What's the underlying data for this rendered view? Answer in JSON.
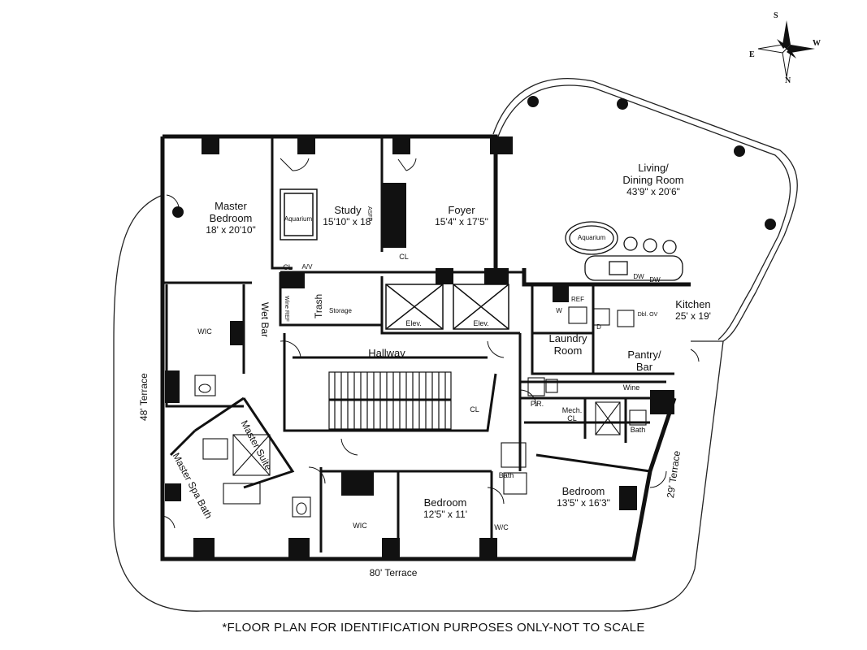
{
  "compass": {
    "north": "N",
    "south": "S",
    "east": "E",
    "west": "W"
  },
  "rooms": {
    "master_bedroom": {
      "name_line1": "Master",
      "name_line2": "Bedroom",
      "dims": "18' x 20'10\""
    },
    "study": {
      "name": "Study",
      "dims": "15'10\" x 18'"
    },
    "foyer": {
      "name": "Foyer",
      "dims": "15'4\" x 17'5\""
    },
    "living": {
      "name_line1": "Living/",
      "name_line2": "Dining Room",
      "dims": "43'9\" x 20'6\""
    },
    "kitchen": {
      "name": "Kitchen",
      "dims": "25' x 19'"
    },
    "laundry": {
      "name_line1": "Laundry",
      "name_line2": "Room"
    },
    "pantry": {
      "name_line1": "Pantry/",
      "name_line2": "Bar"
    },
    "hallway": {
      "name": "Hallway"
    },
    "master_suite": {
      "name": "Master Suite"
    },
    "master_spa_bath": {
      "name": "Master Spa Bath"
    },
    "bedroom_2": {
      "name": "Bedroom",
      "dims": "12'5\" x 11'"
    },
    "bedroom_3": {
      "name": "Bedroom",
      "dims": "13'5\" x 16'3\""
    }
  },
  "small_labels": {
    "aquarium_study": "Aquarium",
    "aquarium_living": "Aquarium",
    "elev_1": "Elev.",
    "elev_2": "Elev.",
    "cl_study": "CL",
    "av": "A/V",
    "cl_foyer": "CL",
    "cl_hall": "CL",
    "storage": "Storage",
    "trash": "Trash",
    "wet_bar": "Wet Bar",
    "wine_ref_study": "Wine REF",
    "wic_master": "WIC",
    "wic_bed2": "WIC",
    "wic_bed3": "W/C",
    "pr": "P.R.",
    "mech": "Mech.",
    "mech_cl": "CL",
    "bath_3": "Bath",
    "bath_2": "Bath",
    "wine": "Wine",
    "ref": "REF",
    "dw1": "DW",
    "dw2": "DW",
    "w": "W",
    "d": "D",
    "dbl_ov": "Dbl. OV",
    "asfp": "ASFP"
  },
  "terraces": {
    "left": "48' Terrace",
    "bottom": "80' Terrace",
    "right": "29' Terrace"
  },
  "footer": "*FLOOR PLAN FOR IDENTIFICATION PURPOSES ONLY-NOT TO SCALE"
}
